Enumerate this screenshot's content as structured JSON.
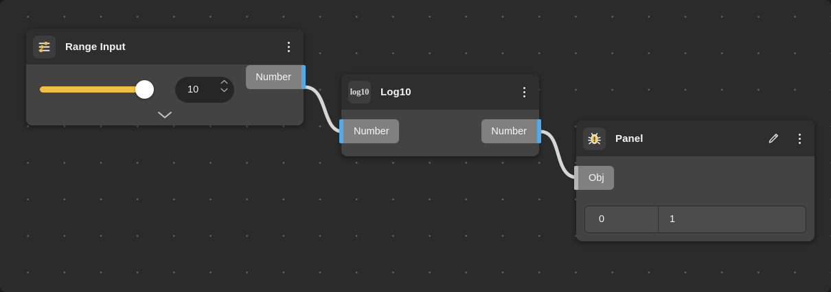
{
  "canvas": {
    "background_color": "#2b2b2b",
    "grid_dot_color": "#6a6a6a",
    "accent_yellow": "#efc13f",
    "port_number_color": "#53a9e8",
    "port_object_color": "#b5b5b5",
    "wire_color": "#d6d6d6"
  },
  "nodes": [
    {
      "id": "range-input",
      "title": "Range Input",
      "icon": "sliders-icon",
      "menu_icon": "more-vertical-icon",
      "slider": {
        "value": 10,
        "fill_color": "#efc13f"
      },
      "number_field": {
        "value": "10",
        "step_up_icon": "chevron-up-icon",
        "step_down_icon": "chevron-down-icon"
      },
      "collapse_icon": "chevron-down-icon",
      "outputs": [
        {
          "label": "Number",
          "type": "number"
        }
      ],
      "inputs": []
    },
    {
      "id": "log10",
      "title": "Log10",
      "icon": "log10-icon",
      "icon_text": "log10",
      "menu_icon": "more-vertical-icon",
      "inputs": [
        {
          "label": "Number",
          "type": "number"
        }
      ],
      "outputs": [
        {
          "label": "Number",
          "type": "number"
        }
      ]
    },
    {
      "id": "panel",
      "title": "Panel",
      "icon": "bug-icon",
      "edit_icon": "pencil-icon",
      "menu_icon": "more-vertical-icon",
      "inputs": [
        {
          "label": "Obj",
          "type": "object"
        }
      ],
      "outputs": [],
      "table": {
        "rows": [
          {
            "index": "0",
            "value": "1"
          }
        ]
      }
    }
  ],
  "connections": [
    {
      "from": "range-input.Number",
      "to": "log10.Number"
    },
    {
      "from": "log10.Number",
      "to": "panel.Obj"
    }
  ]
}
